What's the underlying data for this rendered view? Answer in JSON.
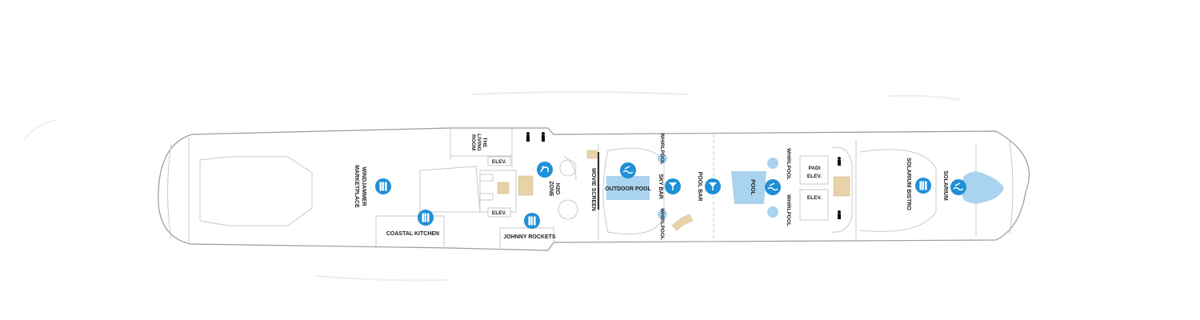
{
  "map": {
    "colors": {
      "hull_outline": "#9a9a9a",
      "interior_line": "#c8c8c8",
      "icon_blue": "#1f8fd6",
      "pool_water": "#a9d3ef",
      "stairs": "#e8d3a8",
      "label_text": "#222222"
    },
    "labels": {
      "windjammer": [
        "WINDJAMMER",
        "MARKETPLACE"
      ],
      "coastal_kitchen": "COASTAL KITCHEN",
      "living_room": [
        "THE",
        "LIVING",
        "ROOM"
      ],
      "elev_top": "ELEV.",
      "elev_bottom": "ELEV.",
      "h2o_zone": [
        "H2O",
        "ZONE"
      ],
      "johnny_rockets": "JOHNNY ROCKETS",
      "movie_screen": "MOVIE SCREEN",
      "outdoor_pool": "OUTDOOR POOL",
      "whirlpool_mid_top": "WHIRLPOOL",
      "sky_bar": "SKY BAR",
      "whirlpool_mid_bottom": "WHIRLPOOL",
      "pool_bar": "POOL BAR",
      "pool": "POOL",
      "whirlpool_right_top": "WHIRLPOOL",
      "whirlpool_right_bottom": "WHIRLPOOL",
      "padi_elev": [
        "PADI",
        "ELEV."
      ],
      "elev_aft": "ELEV.",
      "solarium_bistro": "SOLARIUM BISTRO",
      "solarium": "SOLARIUM"
    },
    "icons": [
      {
        "name": "windjammer-dining-icon",
        "glyph": "dining"
      },
      {
        "name": "coastal-kitchen-dining-icon",
        "glyph": "dining"
      },
      {
        "name": "h2o-zone-icon",
        "glyph": "splash"
      },
      {
        "name": "johnny-rockets-dining-icon",
        "glyph": "dining"
      },
      {
        "name": "outdoor-pool-icon",
        "glyph": "pool"
      },
      {
        "name": "sky-bar-icon",
        "glyph": "cocktail"
      },
      {
        "name": "pool-bar-icon",
        "glyph": "cocktail"
      },
      {
        "name": "main-pool-icon",
        "glyph": "pool"
      },
      {
        "name": "solarium-bistro-dining-icon",
        "glyph": "dining"
      },
      {
        "name": "solarium-pool-icon",
        "glyph": "pool"
      }
    ]
  }
}
